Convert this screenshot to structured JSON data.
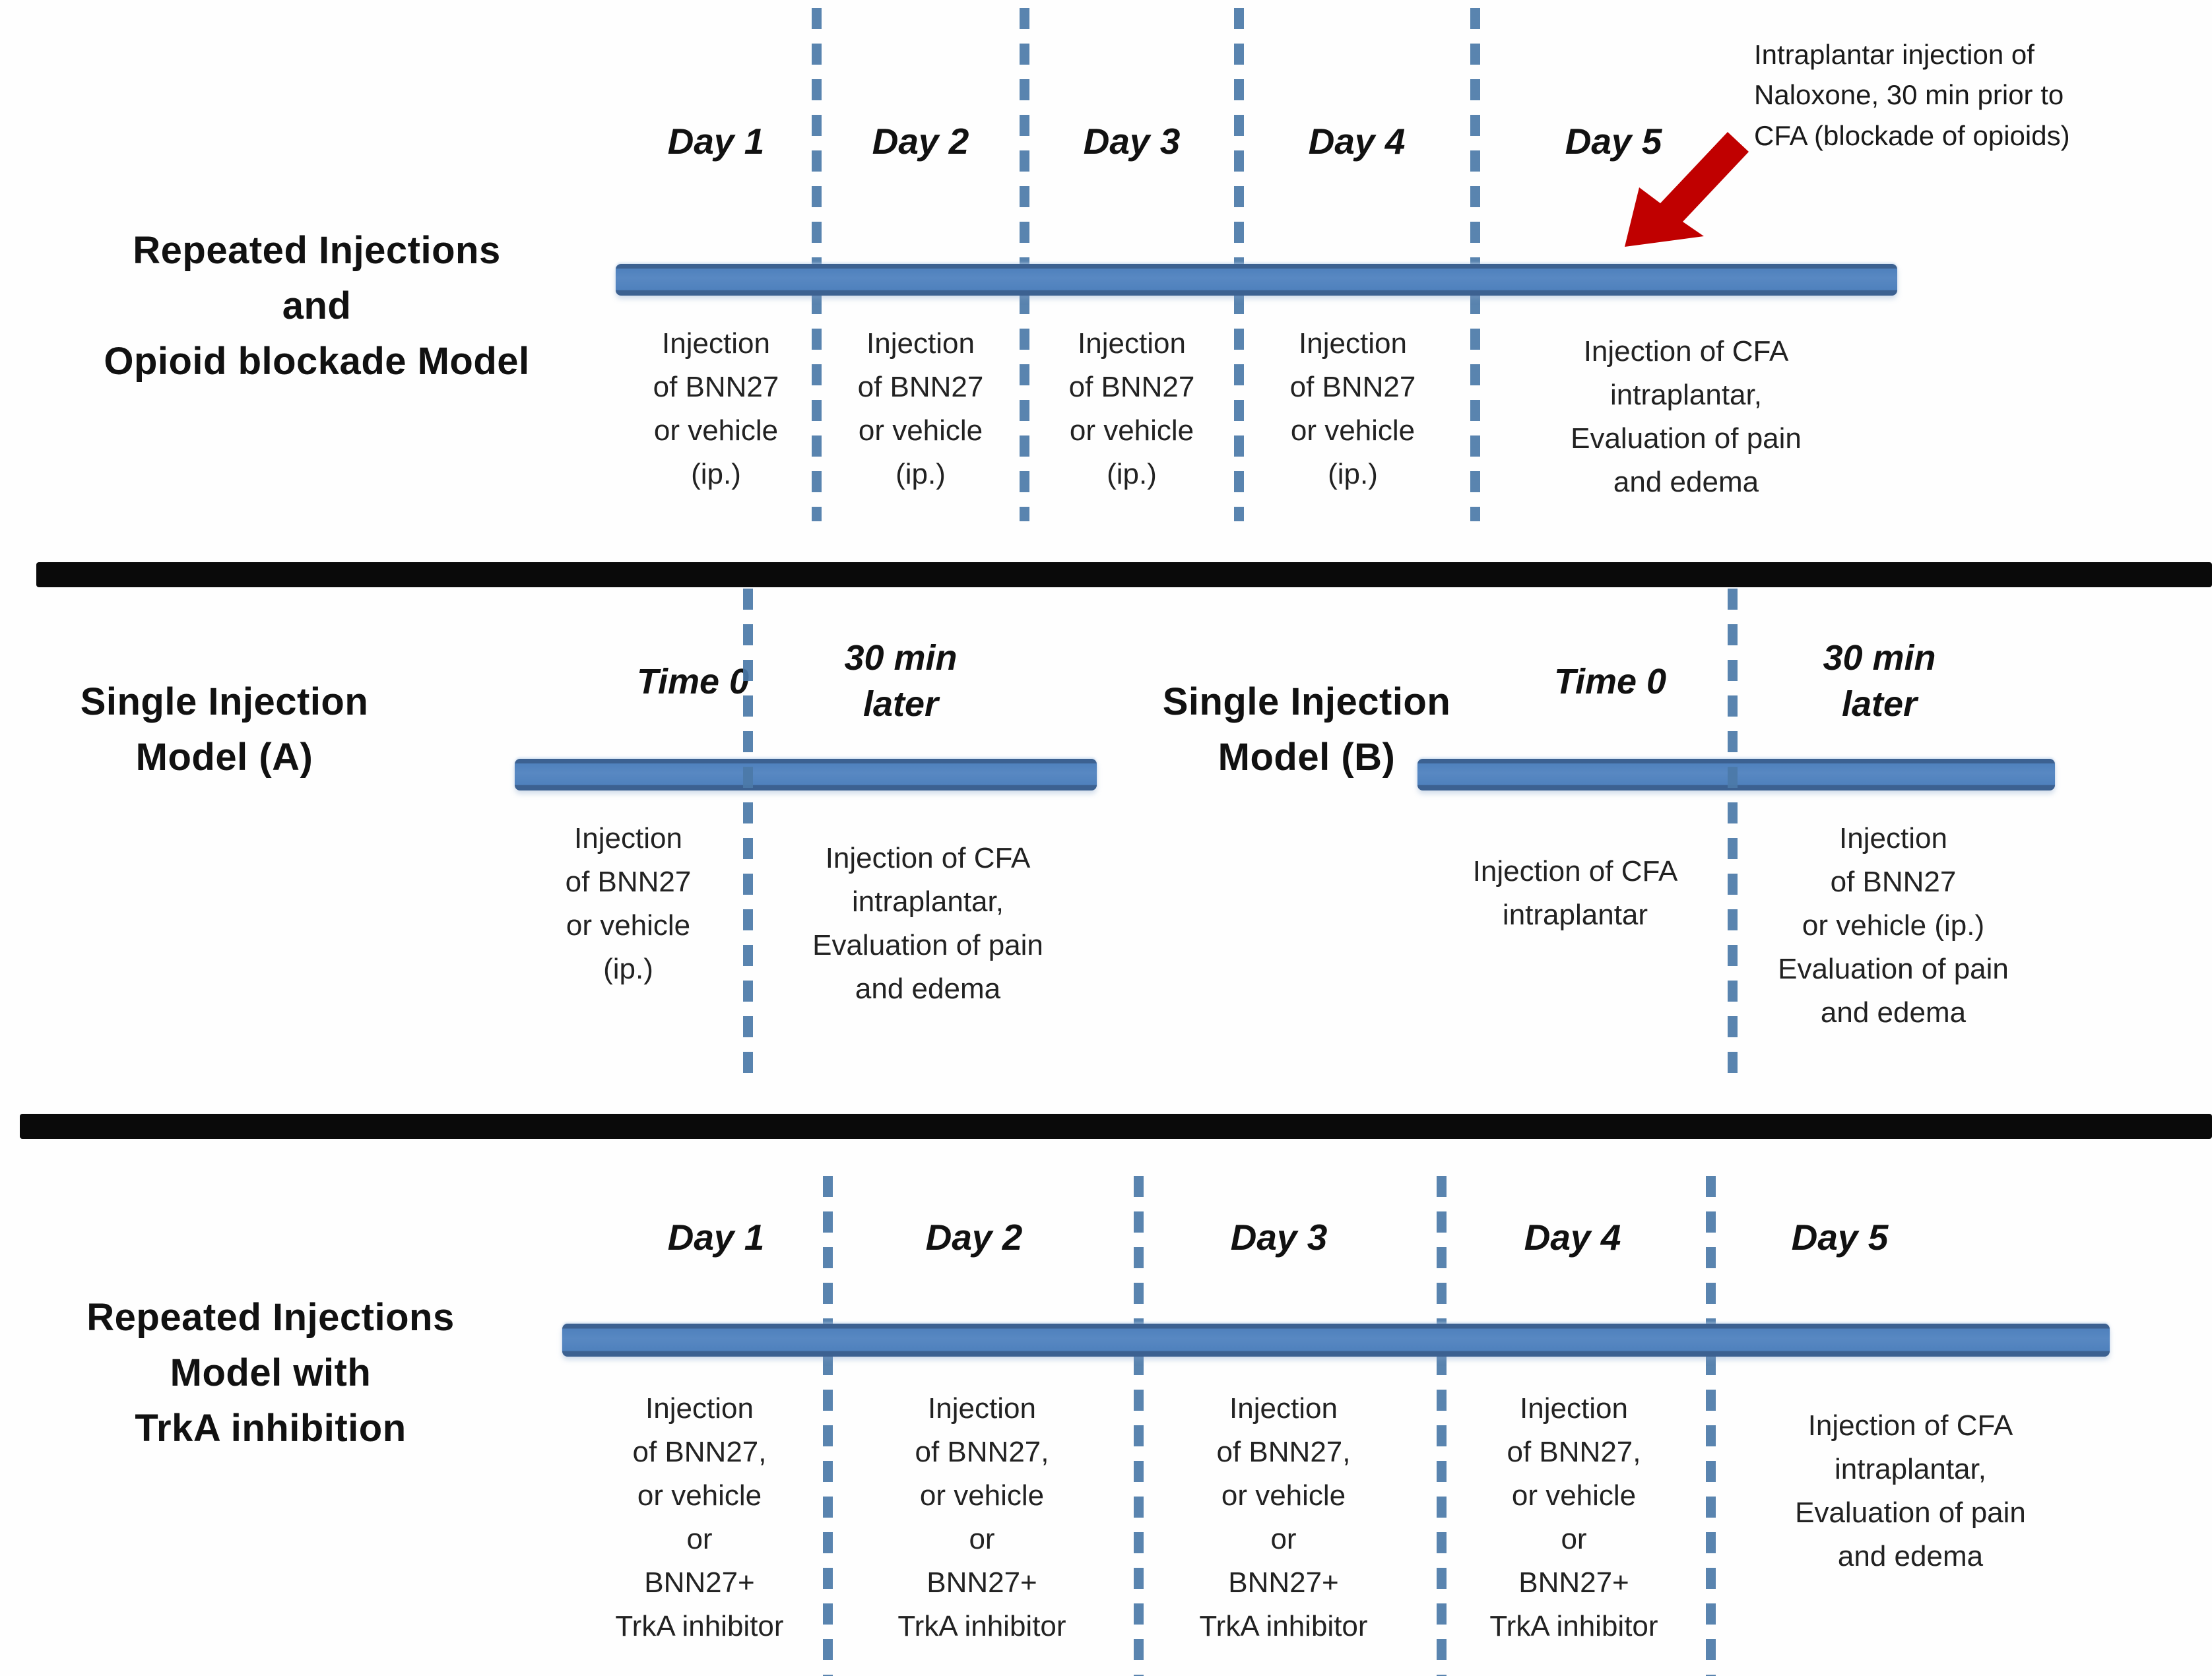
{
  "colors": {
    "bar_blue": "#4f81bd",
    "bar_edge": "#3c6191",
    "dash_blue": "#4b79a8",
    "divider_black": "#0a0a0a",
    "arrow_red": "#c00000"
  },
  "panel_top": {
    "title": "Repeated Injections\nand\nOpioid blockade Model",
    "days": [
      "Day 1",
      "Day 2",
      "Day 3",
      "Day 4",
      "Day 5"
    ],
    "columns": [
      "Injection\nof BNN27\nor vehicle\n(ip.)",
      "Injection\nof BNN27\nor vehicle\n(ip.)",
      "Injection\nof BNN27\nor vehicle\n(ip.)",
      "Injection\nof BNN27\nor vehicle\n(ip.)",
      "Injection of CFA\nintraplantar,\nEvaluation of pain\nand edema"
    ],
    "annotation": "Intraplantar injection of\nNaloxone, 30 min prior to\nCFA (blockade of opioids)"
  },
  "panel_middle": {
    "model_a": {
      "title": "Single Injection\nModel (A)",
      "time_labels": [
        "Time 0",
        "30 min\nlater"
      ],
      "columns": [
        "Injection\nof BNN27\nor vehicle\n(ip.)",
        "Injection of CFA\nintraplantar,\nEvaluation of pain\nand edema"
      ]
    },
    "model_b": {
      "title": "Single Injection\nModel (B)",
      "time_labels": [
        "Time 0",
        "30 min\nlater"
      ],
      "columns": [
        "Injection of CFA\nintraplantar",
        "Injection\nof BNN27\nor vehicle (ip.)\nEvaluation of pain\nand edema"
      ]
    }
  },
  "panel_bottom": {
    "title": "Repeated Injections\nModel with\nTrkA inhibition",
    "days": [
      "Day 1",
      "Day 2",
      "Day 3",
      "Day 4",
      "Day 5"
    ],
    "columns": [
      "Injection\nof BNN27,\nor vehicle\nor\nBNN27+\nTrkA inhibitor",
      "Injection\nof BNN27,\nor vehicle\nor\nBNN27+\nTrkA inhibitor",
      "Injection\nof BNN27,\nor vehicle\nor\nBNN27+\nTrkA inhibitor",
      "Injection\nof BNN27,\nor vehicle\nor\nBNN27+\nTrkA inhibitor",
      "Injection of CFA\nintraplantar,\nEvaluation of pain\nand edema"
    ]
  }
}
